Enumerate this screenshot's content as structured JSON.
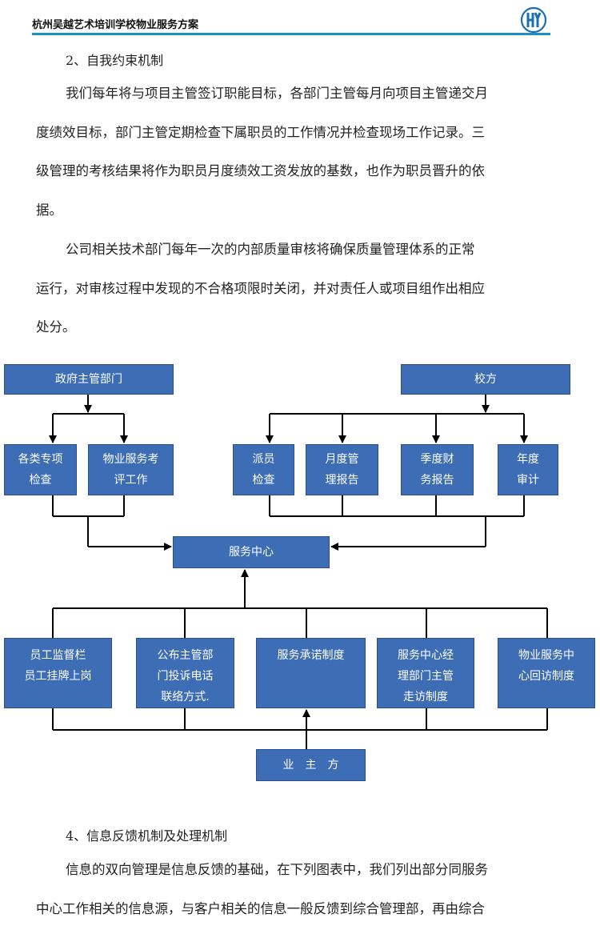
{
  "header": {
    "title": "杭州吴越艺术培训学校物业服务方案",
    "logo": "HY-logo-icon"
  },
  "section1": {
    "heading": "2、自我约束机制",
    "para1_lines": [
      "我们每年将与项目主管签订职能目标，各部门主管每月向项目主管递交月",
      "度绩效目标，部门主管定期检查下属职员的工作情况并检查现场工作记录。三",
      "级管理的考核结果将作为职员月度绩效工资发放的基数，也作为职员晋升的依",
      "据。"
    ],
    "para2_lines": [
      "公司相关技术部门每年一次的内部质量审核将确保质量管理体系的正常",
      "运行，对审核过程中发现的不合格项限时关闭，并对责任人或项目组作出相应",
      "处分。"
    ]
  },
  "diagram": {
    "gov": "政府主管部门",
    "school": "校方",
    "gov_children": [
      [
        "各类专项",
        "检查"
      ],
      [
        "物业服务考",
        "评工作"
      ]
    ],
    "school_children": [
      [
        "派员",
        "检查"
      ],
      [
        "月度管",
        "理报告"
      ],
      [
        "季度财",
        "务报告"
      ],
      [
        "年度",
        "审计"
      ]
    ],
    "center": "服务中心",
    "bottom_boxes": [
      [
        "员工监督栏",
        "员工挂牌上岗"
      ],
      [
        "公布主管部",
        "门投诉电话",
        "联络方式."
      ],
      [
        "服务承诺制度"
      ],
      [
        "服务中心经",
        "理部门主管",
        "走访制度"
      ],
      [
        "物业服务中",
        "心回访制度"
      ]
    ],
    "owner": "业　主　方"
  },
  "section2": {
    "heading": "4、信息反馈机制及处理机制",
    "para_lines": [
      "信息的双向管理是信息反馈的基础，在下列图表中，我们列出部分同服务",
      "中心工作相关的信息源，与客户相关的信息一般反馈到综合管理部，再由综合"
    ]
  }
}
